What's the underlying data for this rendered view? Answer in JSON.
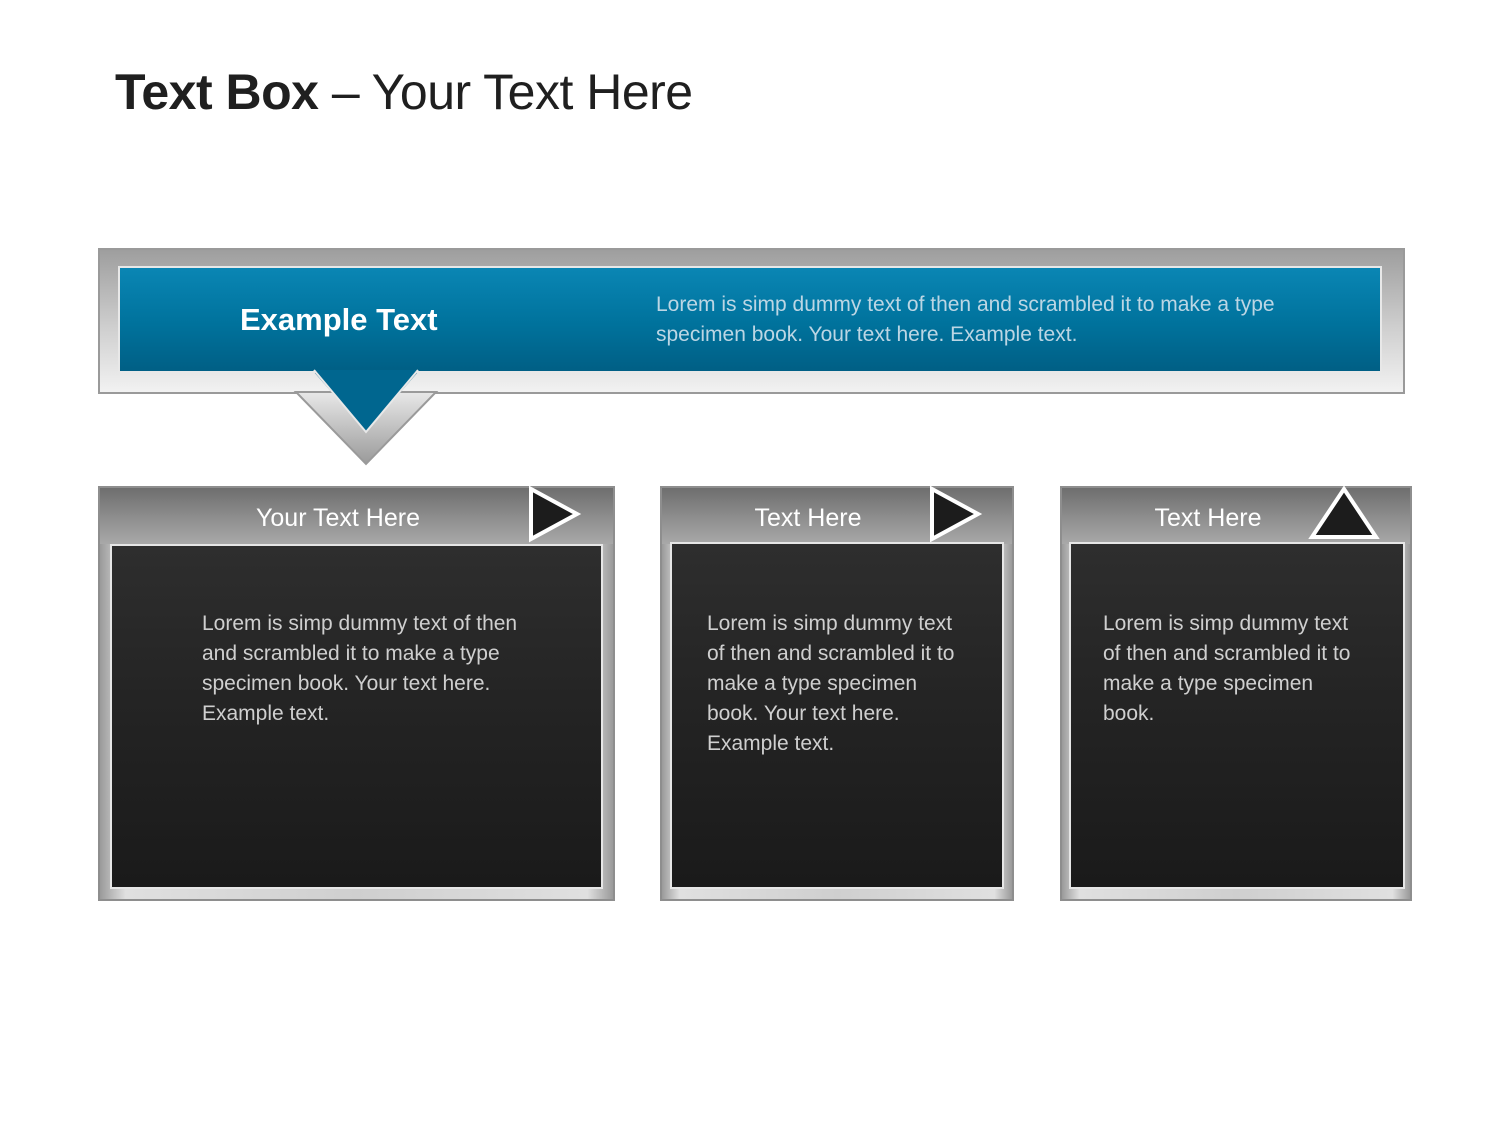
{
  "title": {
    "bold": "Text Box",
    "rest": " – Your Text Here"
  },
  "banner": {
    "heading": "Example Text",
    "body": "Lorem is simp dummy text of then and scrambled it to make a type specimen book. Your text here. Example text."
  },
  "cards": [
    {
      "title": "Your Text Here",
      "body": "Lorem is simp dummy text of then and scrambled it to make a type specimen book. Your text here. Example text.",
      "icon": "play-triangle-right"
    },
    {
      "title": "Text Here",
      "body": "Lorem is simp dummy text of then and scrambled it to make a type specimen book. Your text here. Example text.",
      "icon": "play-triangle-right"
    },
    {
      "title": "Text Here",
      "body": "Lorem is simp dummy text of then and scrambled it to make a type specimen book.",
      "icon": "triangle-up"
    }
  ],
  "colors": {
    "banner_blue": "#00729c",
    "panel_dark": "#222222",
    "frame_gray": "#a0a0a0"
  }
}
